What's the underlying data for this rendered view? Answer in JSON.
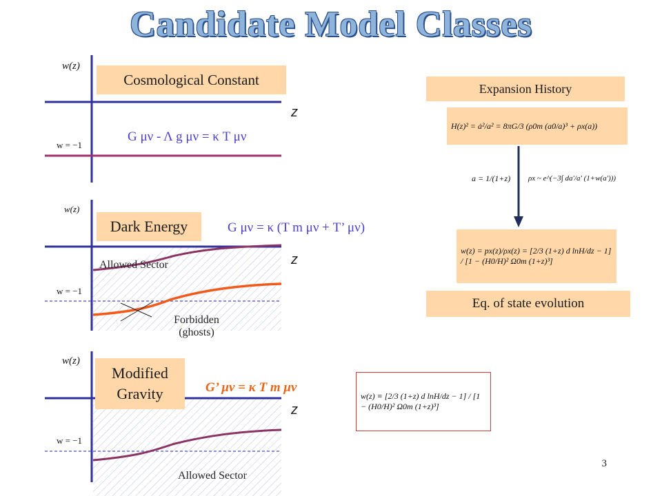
{
  "title": "Candidate Model Classes",
  "panels": {
    "cosmological_constant": {
      "label": "Cosmological Constant",
      "y_axis": "w(z)",
      "x_axis": "z",
      "w_marker": "w = −1",
      "equation": "G μν - Λ g μν = κ T μν"
    },
    "dark_energy": {
      "label": "Dark Energy",
      "y_axis": "w(z)",
      "x_axis": "z",
      "w_marker": "w = −1",
      "equation": "G μν = κ (T m μν + T’ μν)",
      "allowed": "Allowed Sector",
      "forbidden_line1": "Forbidden",
      "forbidden_line2": "(ghosts)"
    },
    "modified_gravity": {
      "label_line1": "Modified",
      "label_line2": "Gravity",
      "y_axis": "w(z)",
      "x_axis": "z",
      "w_marker": "w = −1",
      "equation": "G’ μν = κ T m μν",
      "allowed": "Allowed Sector"
    }
  },
  "right": {
    "expansion_history": "Expansion History",
    "hubble_formula": "H(z)² = ȧ²/a² = 8πG/3 (ρ0m (a0/a)³ + ρx(a))",
    "scale_formula": "a = 1/(1+z)",
    "rho_formula": "ρx ~ e^(−3∫ da′/a′ (1+w(a′)))",
    "w_formula": "w(z) = px(z)/ρx(z) = [2/3 (1+z) d lnH/dz − 1] / [1 − (H0/H)² Ω0m (1+z)³]",
    "eos_evolution": "Eq. of state evolution"
  },
  "boxed_formula": "w(z) ≡ [2/3 (1+z) d lnH/dz − 1] / [1 − (H0/H)² Ω0m (1+z)³]",
  "page_number": "3"
}
